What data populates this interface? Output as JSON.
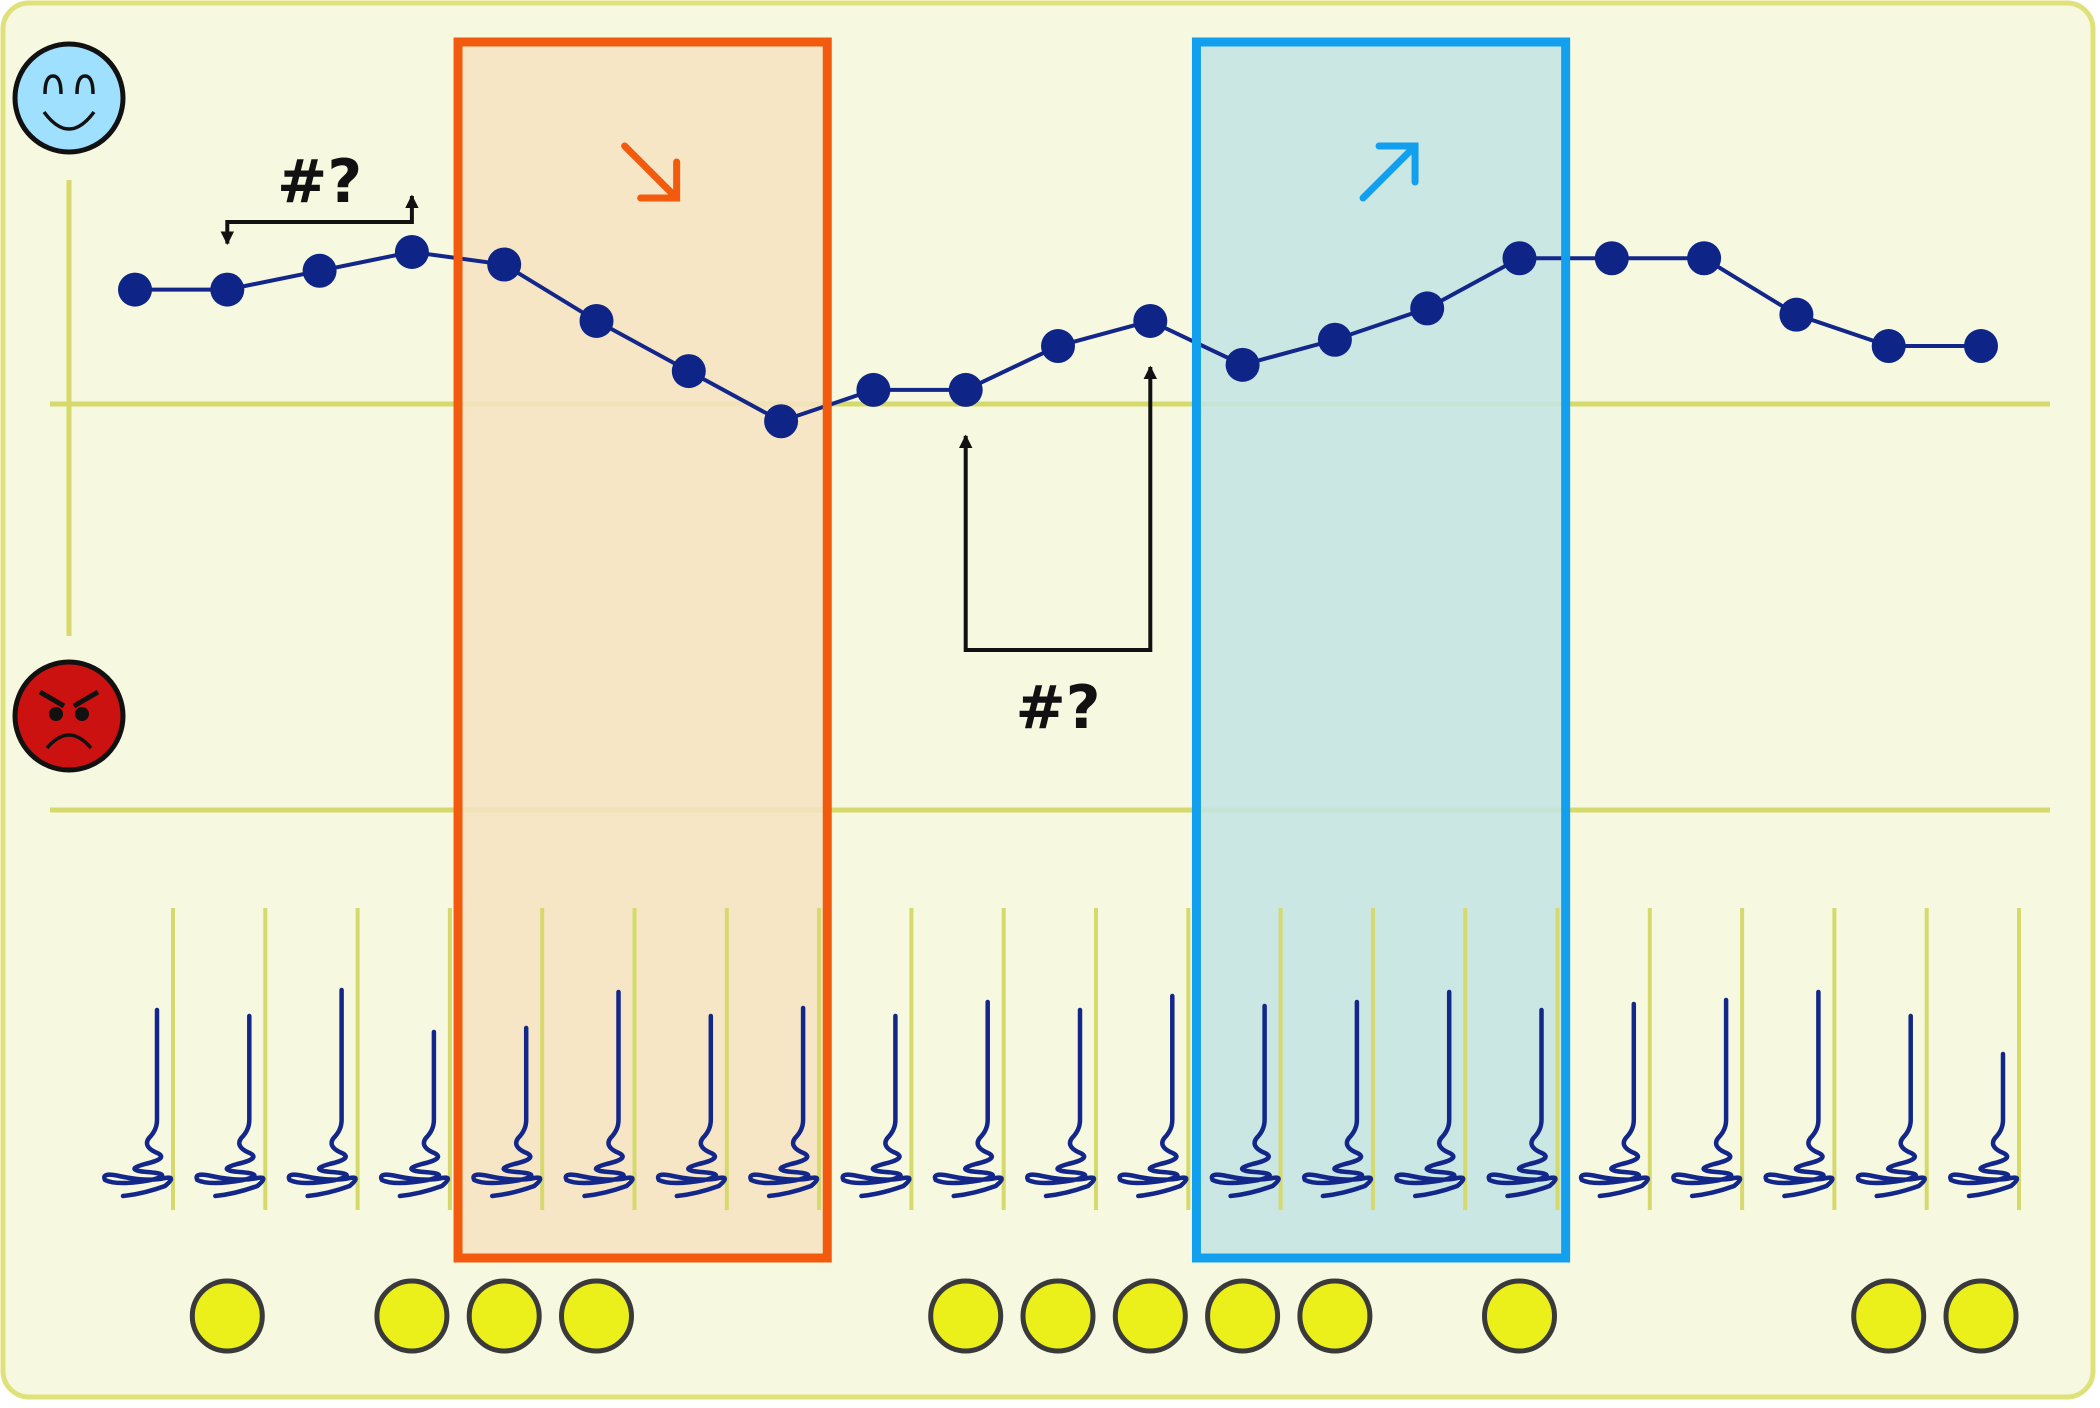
{
  "colors": {
    "background": "#f6f8e0",
    "frame_border": "#dfe27a",
    "guide_line": "#d6d96c",
    "trend_line": "#13278a",
    "point": "#0e2587",
    "decrease_box": "#f25a0e",
    "decrease_fill": "#f6e2c2",
    "increase_box": "#12a0ee",
    "increase_fill": "#c5e4e4",
    "marker_dot": "#ecf01a",
    "marker_outline": "#3a3a3a",
    "happy_face": "#9fe0ff",
    "angry_face": "#cc1111"
  },
  "icons": {
    "top": "happy-face-icon",
    "bottom": "angry-face-icon",
    "decrease": "arrow-down-right-icon",
    "increase": "arrow-up-right-icon",
    "glyph": "squiggle-stem-icon"
  },
  "trend": {
    "levels": [
      0.83,
      0.83,
      0.86,
      0.89,
      0.87,
      0.78,
      0.7,
      0.62,
      0.67,
      0.67,
      0.74,
      0.78,
      0.71,
      0.75,
      0.8,
      0.88,
      0.88,
      0.88,
      0.79,
      0.74,
      0.74
    ]
  },
  "marked_steps": [
    1,
    3,
    4,
    5,
    9,
    10,
    11,
    12,
    13,
    15,
    19,
    20
  ],
  "regions": [
    {
      "kind": "decrease",
      "from_step": 3.5,
      "to_step": 7.5
    },
    {
      "kind": "increase",
      "from_step": 11.5,
      "to_step": 15.5
    }
  ],
  "annotations": [
    {
      "text": "#?",
      "from_step": 1,
      "to_step": 3,
      "side": "above"
    },
    {
      "text": "#?",
      "from_step": 9,
      "to_step": 11,
      "side": "below"
    }
  ]
}
